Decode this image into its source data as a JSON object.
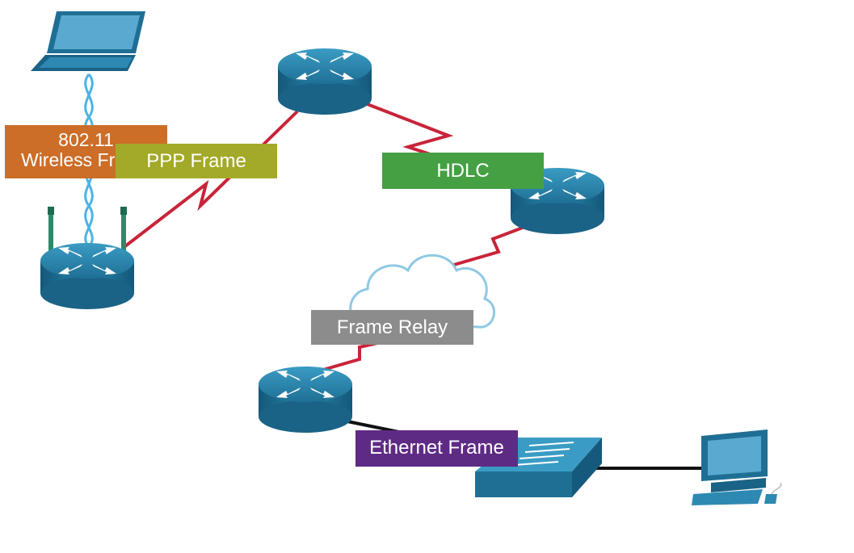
{
  "labels": {
    "wireless": {
      "line1": "802.11",
      "line2": "Wireless Frame",
      "color": "#cc6d28"
    },
    "ppp": {
      "text": "PPP Frame",
      "color": "#a3a928"
    },
    "hdlc": {
      "text": "HDLC",
      "color": "#45a043"
    },
    "frame_relay": {
      "text": "Frame Relay",
      "color": "#8c8c8c"
    },
    "ethernet": {
      "text": "Ethernet Frame",
      "color": "#5e2b84"
    }
  },
  "colors": {
    "serial_link": "#c8243a",
    "ethernet_link": "#111111",
    "wireless_wave": "#4ab4e6",
    "device_blue": "#1a6a90",
    "device_top": "#2d8ab0"
  },
  "devices": {
    "laptop": "laptop-icon",
    "wireless_router": "wireless-router-icon",
    "routers": [
      "router-icon",
      "router-icon",
      "router-icon"
    ],
    "cloud": "cloud-icon",
    "switch": "switch-icon",
    "pc": "pc-icon"
  }
}
